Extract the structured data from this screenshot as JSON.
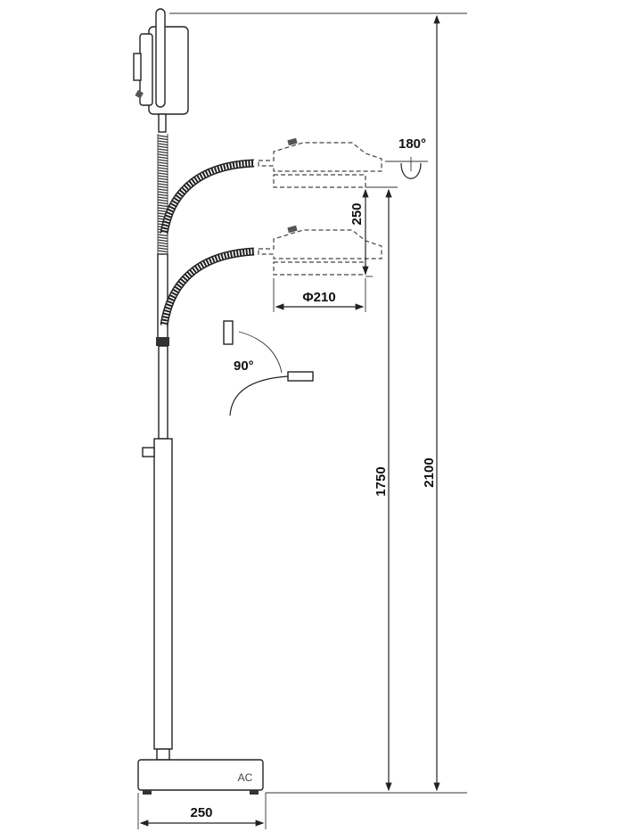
{
  "dimensions": {
    "total_height": "2100",
    "stand_height": "1750",
    "head_travel": "250",
    "head_diameter": "Φ210",
    "base_width": "250",
    "head_rotation": "180°",
    "neck_bend": "90°"
  },
  "base": {
    "label": "AC"
  }
}
